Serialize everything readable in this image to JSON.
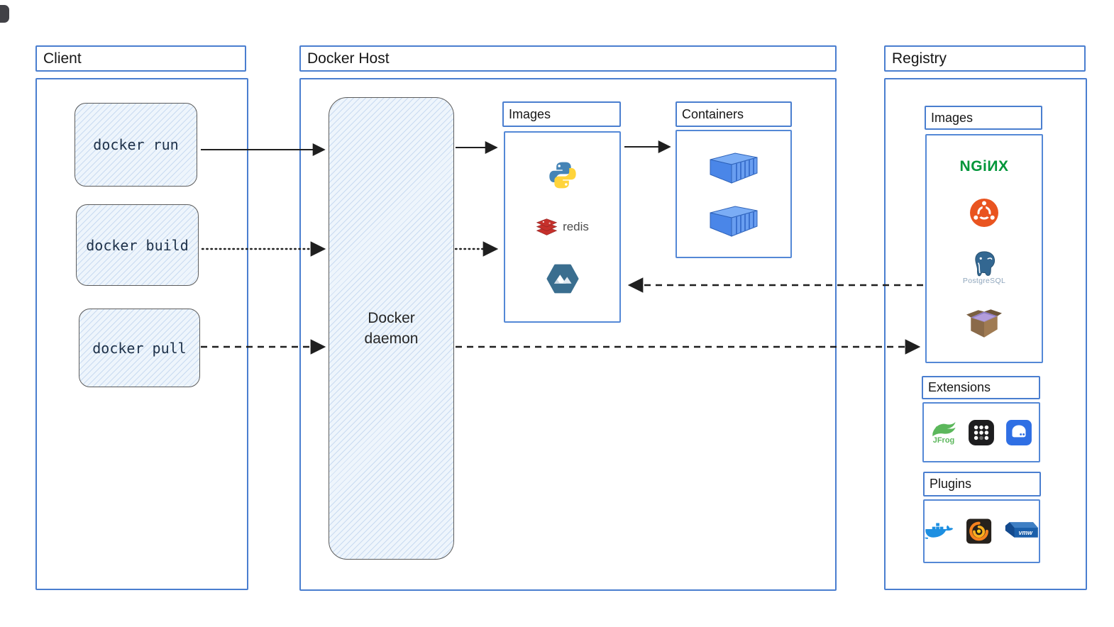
{
  "client": {
    "title": "Client",
    "commands": [
      {
        "label": "docker run"
      },
      {
        "label": "docker build"
      },
      {
        "label": "docker pull"
      }
    ]
  },
  "docker_host": {
    "title": "Docker Host",
    "daemon_label": "Docker\ndaemon",
    "images": {
      "title": "Images",
      "icons": [
        "python-icon",
        "redis-icon",
        "alpine-icon"
      ],
      "redis_label": "redis"
    },
    "containers": {
      "title": "Containers",
      "container_count": 2
    }
  },
  "registry": {
    "title": "Registry",
    "images": {
      "title": "Images",
      "icons": [
        "nginx-icon",
        "ubuntu-icon",
        "postgresql-icon",
        "busybox-icon"
      ],
      "nginx_label": "NGiИX",
      "postgresql_label": "PostgreSQL"
    },
    "extensions": {
      "title": "Extensions",
      "icons": [
        "jfrog-icon",
        "app-grid-icon",
        "disk-drive-icon"
      ],
      "jfrog_label": "JFrog"
    },
    "plugins": {
      "title": "Plugins",
      "icons": [
        "docker-whale-icon",
        "grafana-icon",
        "vmware-icon"
      ],
      "vmware_label": "vmw"
    }
  },
  "arrows": [
    {
      "from": "docker run",
      "to": "Docker daemon",
      "style": "solid"
    },
    {
      "from": "Docker daemon",
      "to": "Images",
      "style": "solid"
    },
    {
      "from": "Images",
      "to": "Containers",
      "style": "solid"
    },
    {
      "from": "docker build",
      "to": "Docker daemon",
      "style": "dotted"
    },
    {
      "from": "Docker daemon",
      "to": "Images",
      "style": "dotted"
    },
    {
      "from": "docker pull",
      "to": "Docker daemon",
      "style": "dashed"
    },
    {
      "from": "Docker daemon",
      "to": "Registry Images",
      "style": "dashed"
    },
    {
      "from": "Registry Images",
      "to": "Docker Host Images",
      "style": "dashed"
    }
  ],
  "colors": {
    "box_border_blue": "#4a7ecf",
    "sketch_fill": "#eef5fc",
    "arrow": "#1f1f1f",
    "python_blue": "#4584b6",
    "python_yellow": "#ffd43b",
    "redis_red": "#c6302b",
    "alpine_blue": "#3a6e8f",
    "nginx_green": "#009639",
    "ubuntu_orange": "#e95420",
    "postgresql_blue": "#336791",
    "jfrog_green": "#5bb75b",
    "docker_blue": "#1d8fe1",
    "grafana_orange": "#f6821f",
    "vmware_blue": "#1b5faa",
    "container_blue": "#4a86e8"
  }
}
